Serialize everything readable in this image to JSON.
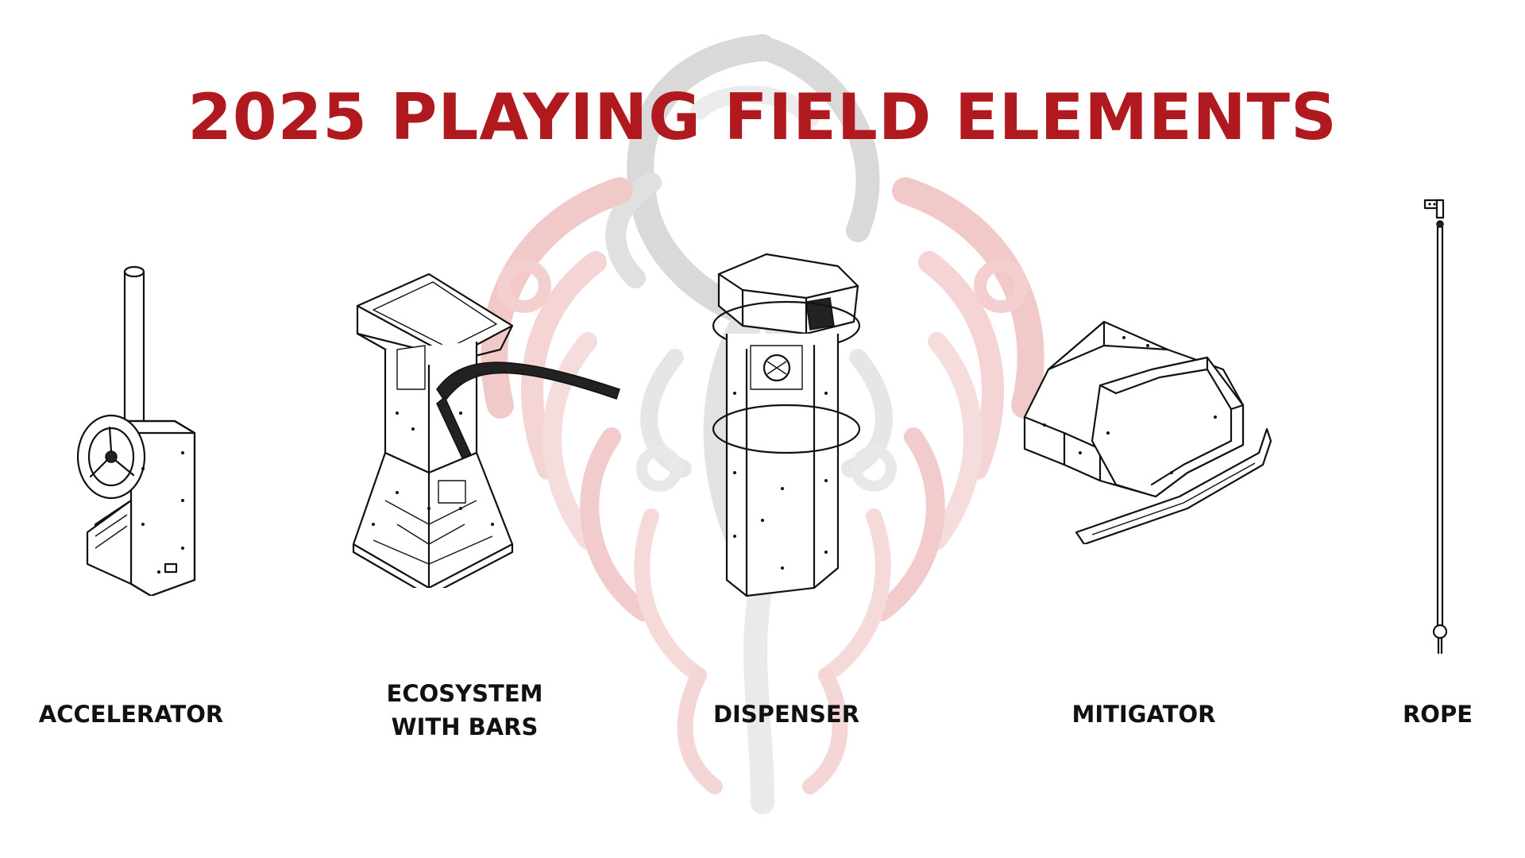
{
  "title": "2025 PLAYING FIELD ELEMENTS",
  "watermark": {
    "icon": "phoenix-logo-watermark",
    "color": "#c62828"
  },
  "colors": {
    "title": "#b0191e",
    "label": "#111111",
    "background": "#ffffff"
  },
  "elements": [
    {
      "icon": "accelerator-drawing",
      "label_lines": [
        "ACCELERATOR"
      ]
    },
    {
      "icon": "ecosystem-with-bars-drawing",
      "label_lines": [
        "ECOSYSTEM",
        "WITH BARS"
      ]
    },
    {
      "icon": "dispenser-drawing",
      "label_lines": [
        "DISPENSER"
      ]
    },
    {
      "icon": "mitigator-drawing",
      "label_lines": [
        "MITIGATOR"
      ]
    },
    {
      "icon": "rope-drawing",
      "label_lines": [
        "ROPE"
      ]
    }
  ]
}
